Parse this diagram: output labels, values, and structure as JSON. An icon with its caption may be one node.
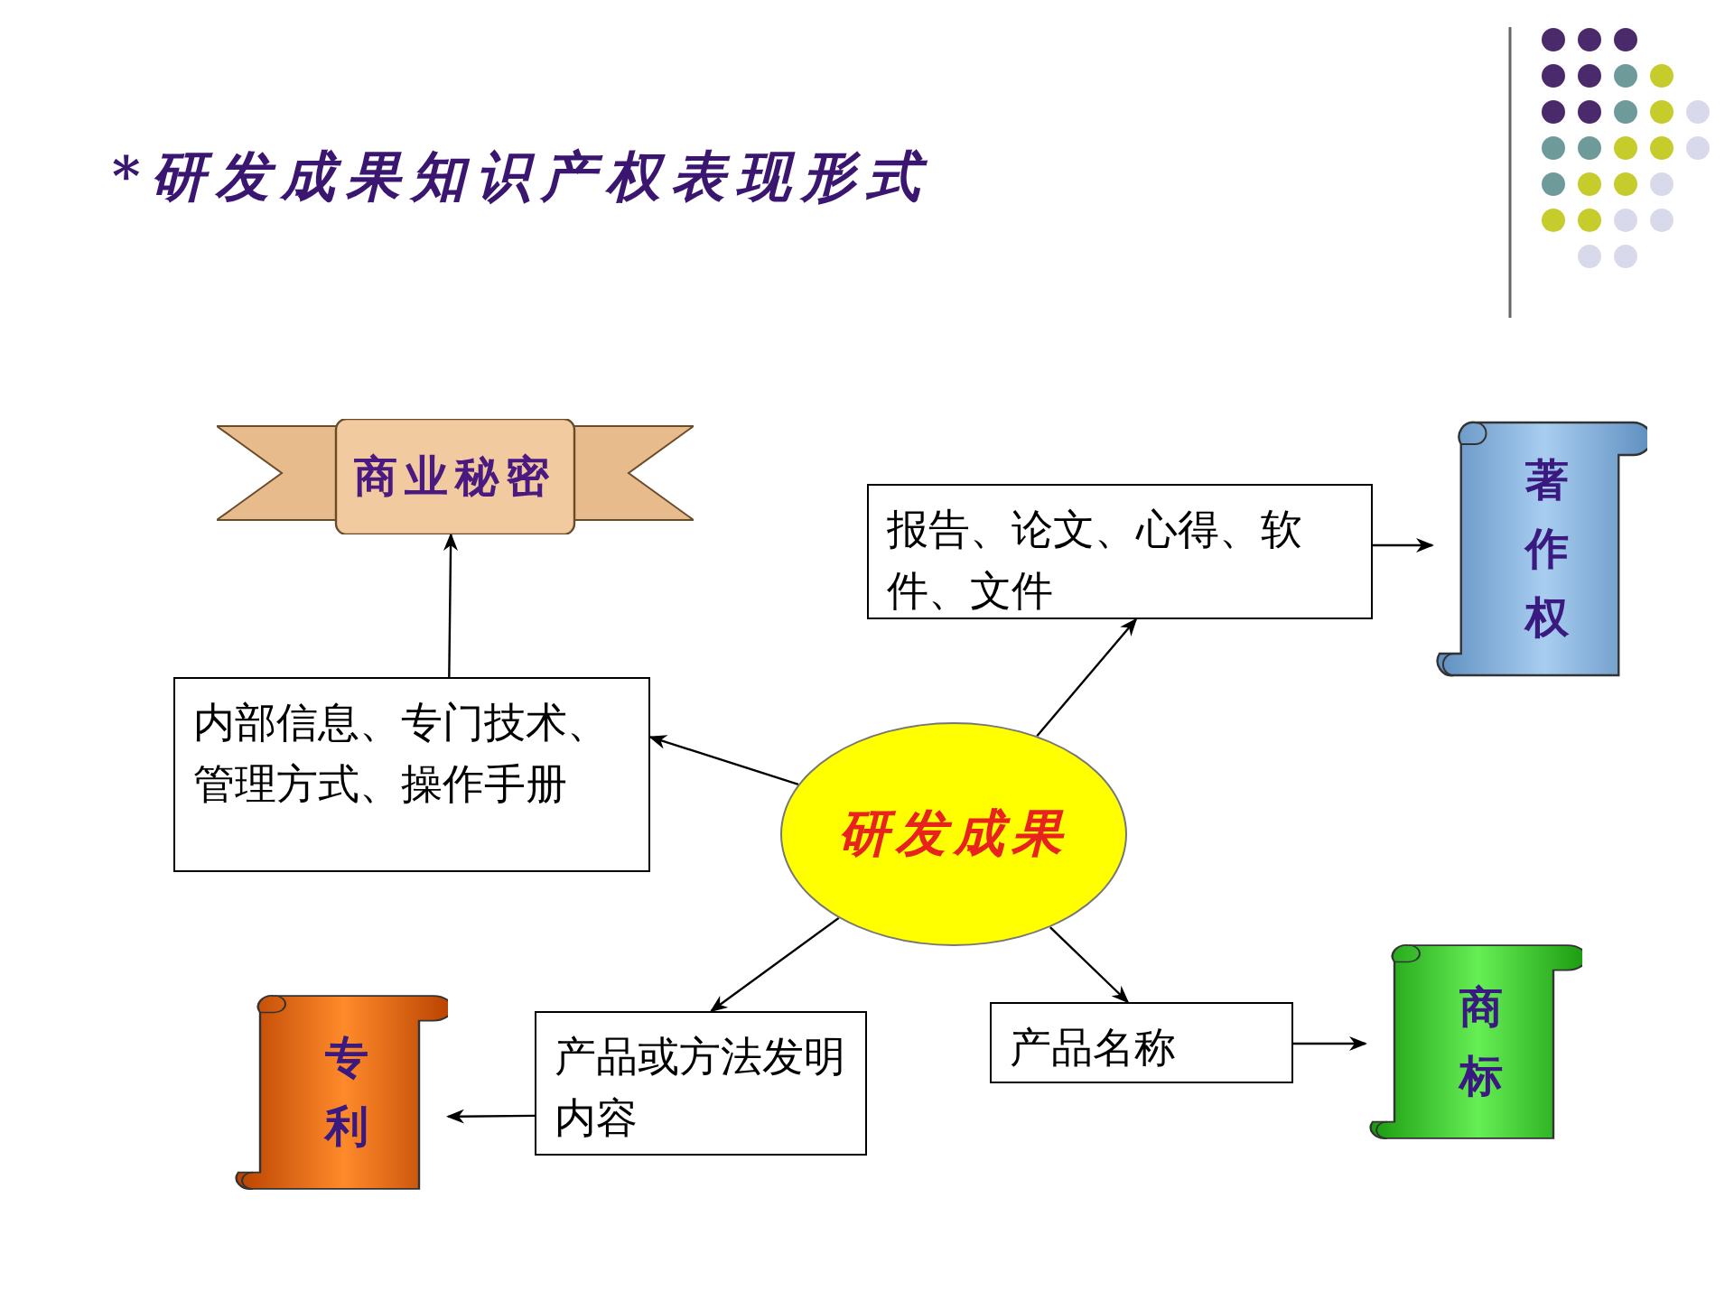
{
  "diagram": {
    "title": "*研发成果知识产权表现形式",
    "nodes": [
      {
        "text": [
          "研发成果"
        ]
      },
      {
        "text": [
          "内部信息、专门技术、管理方式、操作手册"
        ]
      },
      {
        "text": [
          "商业秘密"
        ]
      },
      {
        "text": [
          "报告、论文、心得、软件、文件"
        ]
      },
      {
        "text": [
          "著作权"
        ]
      },
      {
        "text": [
          "产品或方法发明内容"
        ]
      },
      {
        "text": [
          "专利"
        ]
      },
      {
        "text": [
          "产品名称"
        ]
      },
      {
        "text": [
          "商标"
        ]
      }
    ],
    "edges": [
      {
        "from": 0,
        "to": 1,
        "arrow": "to"
      },
      {
        "from": 1,
        "to": 2,
        "arrow": "to"
      },
      {
        "from": 0,
        "to": 3,
        "arrow": "to"
      },
      {
        "from": 3,
        "to": 4,
        "arrow": "to"
      },
      {
        "from": 0,
        "to": 5,
        "arrow": "to"
      },
      {
        "from": 5,
        "to": 6,
        "arrow": "to"
      },
      {
        "from": 0,
        "to": 7,
        "arrow": "to"
      },
      {
        "from": 7,
        "to": 8,
        "arrow": "to"
      }
    ]
  }
}
